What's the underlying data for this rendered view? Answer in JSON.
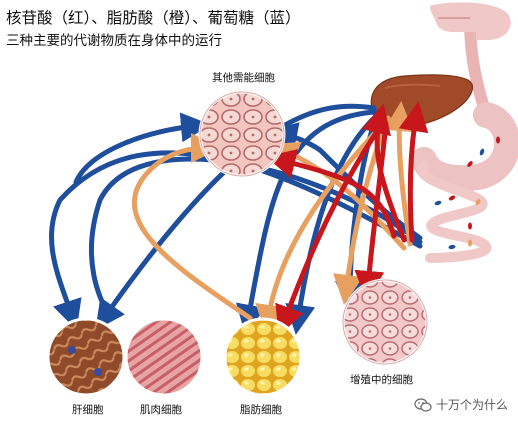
{
  "title": {
    "line1": "核苷酸（红）、脂肪酸（橙）、葡萄糖（蓝）",
    "line2": "三种主要的代谢物质在身体中的运行"
  },
  "labels": {
    "energy_cells": "其他需能细胞",
    "liver_cells": "肝细胞",
    "muscle_cells": "肌肉细胞",
    "fat_cells": "脂肪细胞",
    "growing_cells": "增殖中的细胞"
  },
  "legend_colors": {
    "nucleotide": "#c8161d",
    "fatty_acid": "#e8a060",
    "glucose": "#1f4e9c"
  },
  "watermark": {
    "text": "十万个为什么",
    "icon": "wechat-icon"
  }
}
